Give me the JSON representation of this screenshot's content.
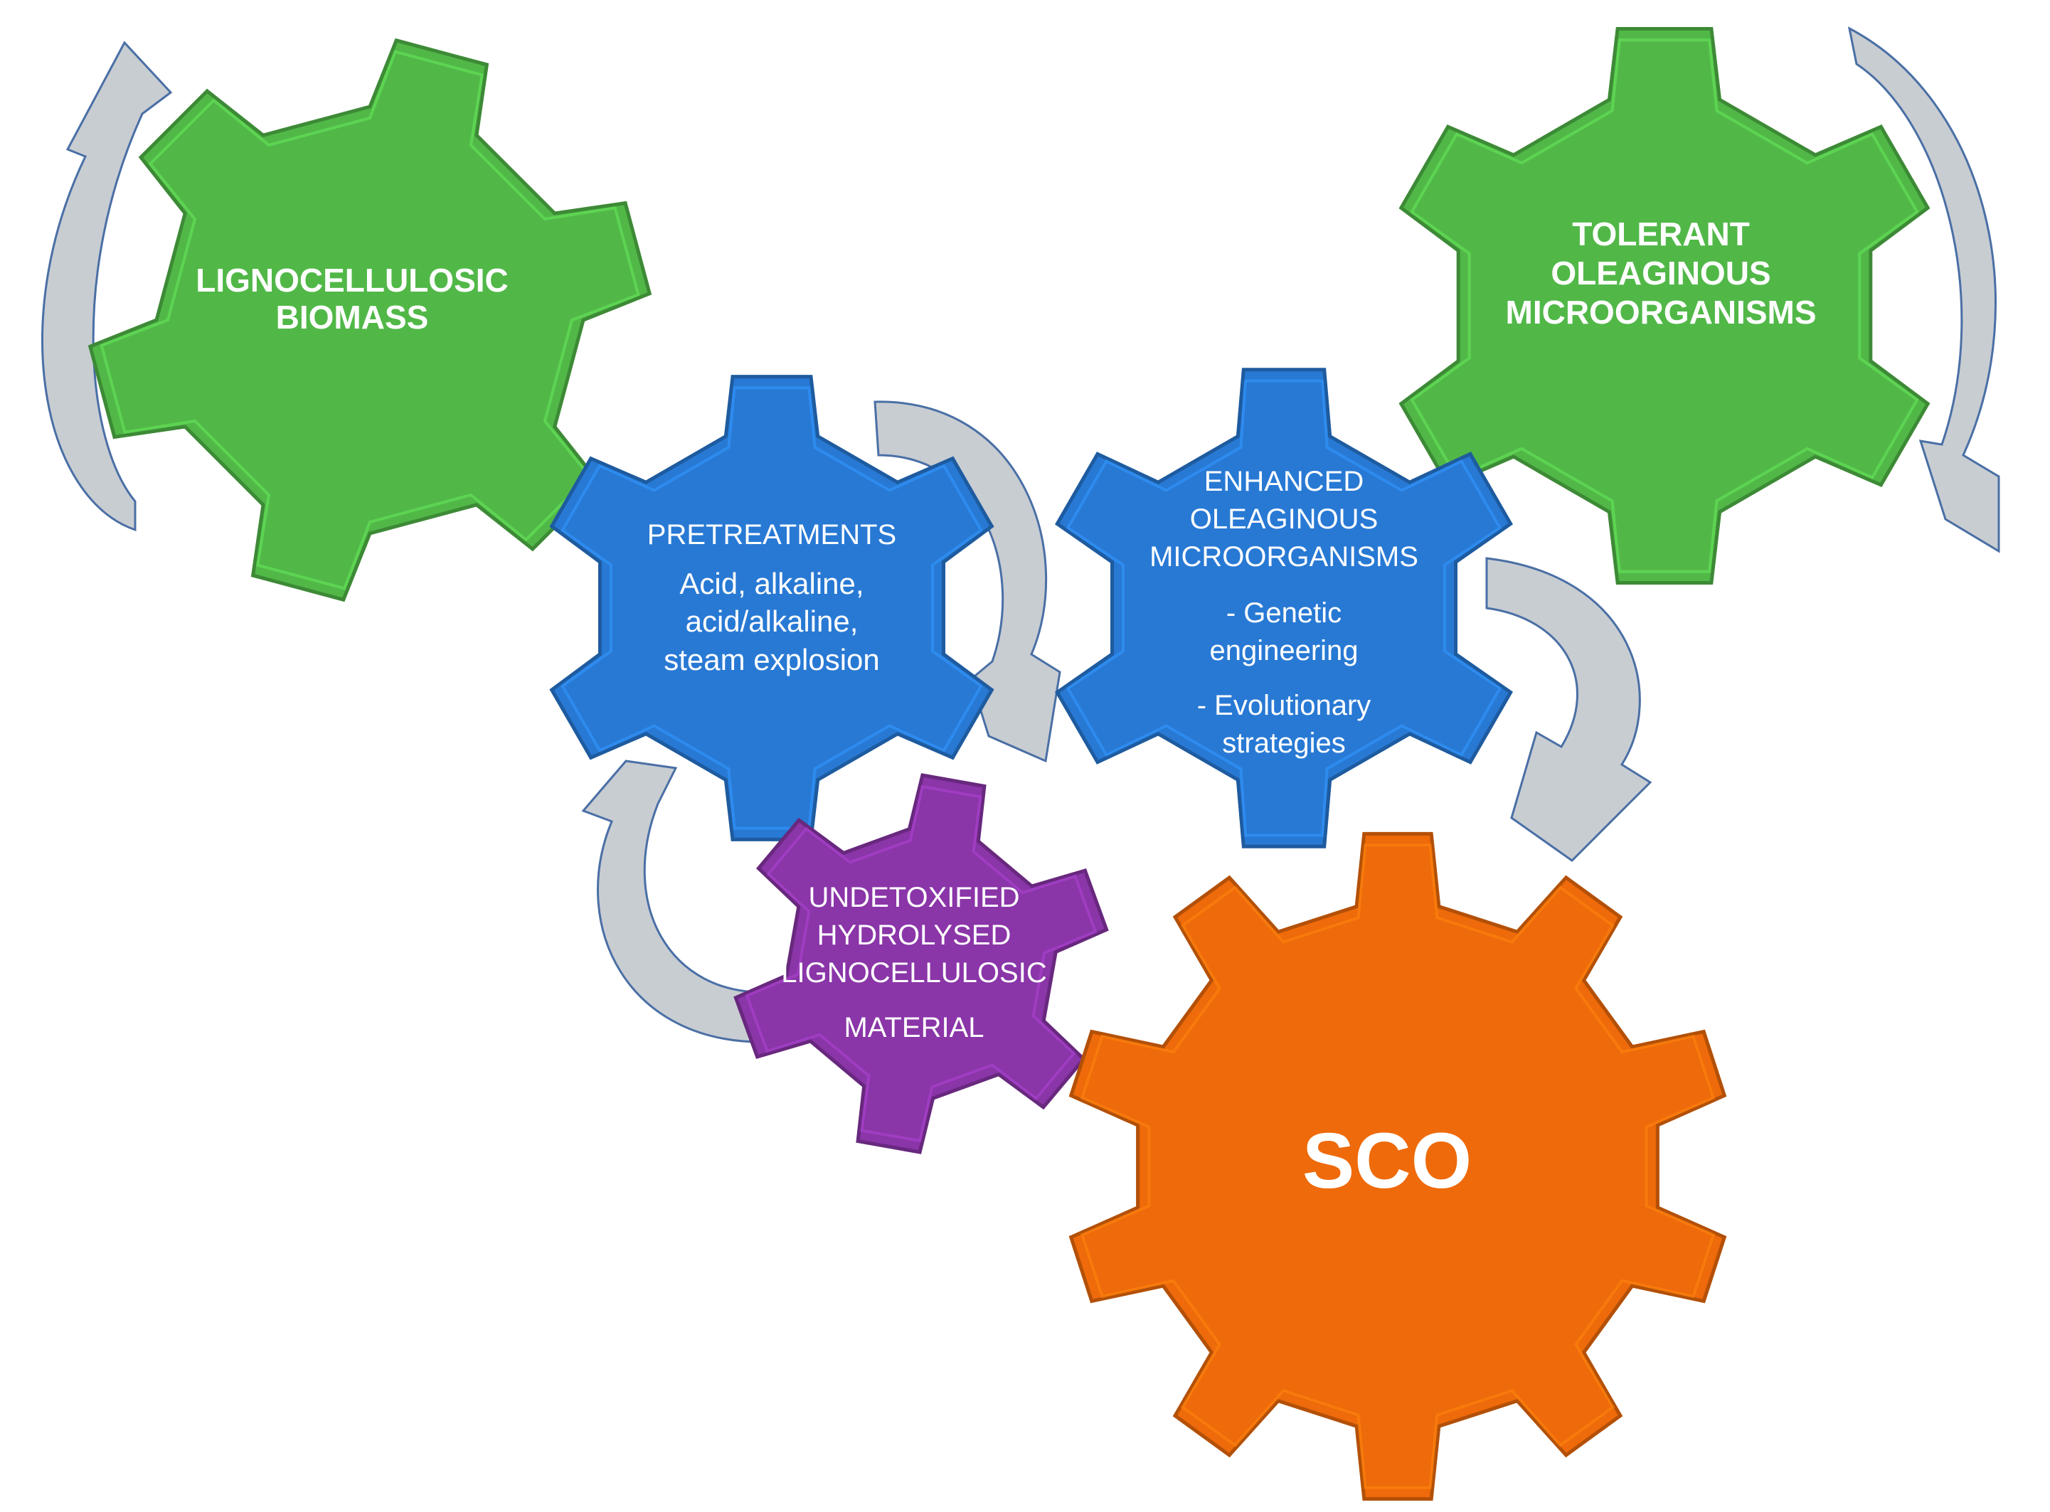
{
  "gears": {
    "biomass": {
      "lines": [
        "LIGNOCELLULOSIC",
        "BIOMASS"
      ],
      "color": "#51b848"
    },
    "tolerant": {
      "lines": [
        "TOLERANT",
        "OLEAGINOUS",
        "MICROORGANISMS"
      ],
      "color": "#51b848"
    },
    "pretreatments": {
      "title": "PRETREATMENTS",
      "detail": [
        "Acid, alkaline,",
        "acid/alkaline,",
        "steam explosion"
      ],
      "color": "#2879d4"
    },
    "enhanced": {
      "title": [
        "ENHANCED",
        "OLEAGINOUS",
        "MICROORGANISMS"
      ],
      "item1": [
        "- Genetic",
        "engineering"
      ],
      "item2": [
        "- Evolutionary",
        "strategies"
      ],
      "color": "#2879d4"
    },
    "undetoxified": {
      "lines": [
        "UNDETOXIFIED",
        "HYDROLYSED",
        "LIGNOCELLULOSIC"
      ],
      "extra": "MATERIAL",
      "color": "#8a35a8"
    },
    "sco": {
      "label": "SCO",
      "color": "#ee6a0a"
    }
  },
  "arrow_color": "#c8cdd2"
}
